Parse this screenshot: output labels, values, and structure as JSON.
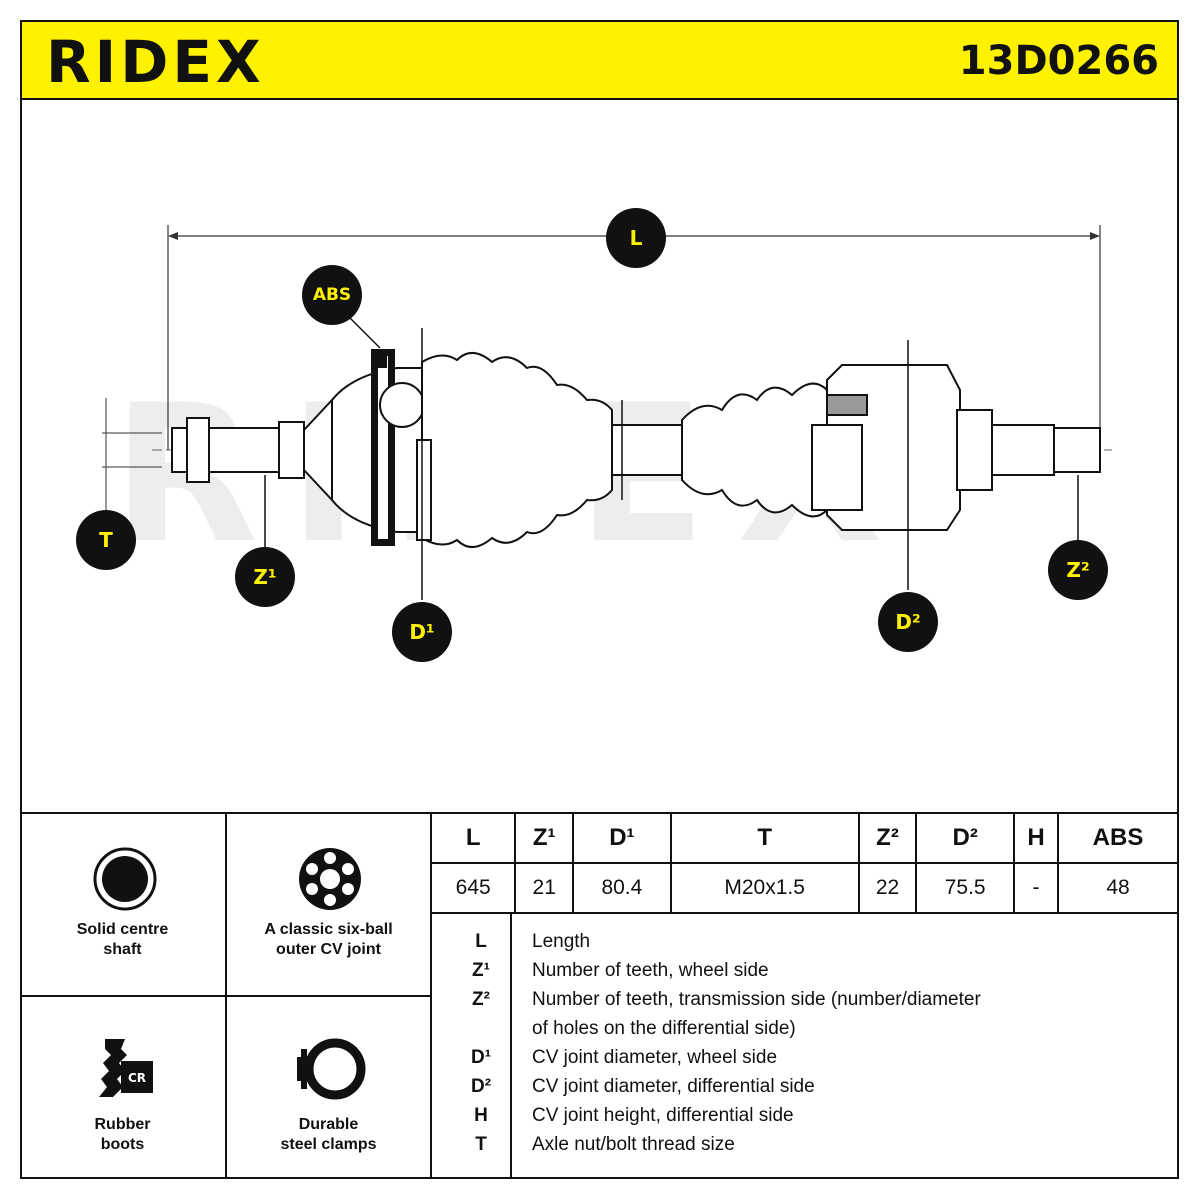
{
  "header": {
    "brand": "RIDEX",
    "part_number": "13D0266"
  },
  "diagram": {
    "callouts": {
      "L": "L",
      "ABS": "ABS",
      "T": "T",
      "Z1": "Z¹",
      "D1": "D¹",
      "D2": "D²",
      "Z2": "Z²"
    }
  },
  "features": [
    {
      "label_1": "Solid centre",
      "label_2": "shaft",
      "icon": "solid-shaft-icon"
    },
    {
      "label_1": "A classic six-ball",
      "label_2": "outer CV joint",
      "icon": "six-ball-joint-icon"
    },
    {
      "label_1": "Rubber",
      "label_2": "boots",
      "icon": "rubber-boot-cr-icon"
    },
    {
      "label_1": "Durable",
      "label_2": "steel clamps",
      "icon": "clamp-icon"
    }
  ],
  "spec_table": {
    "headers": [
      "L",
      "Z¹",
      "D¹",
      "T",
      "Z²",
      "D²",
      "H",
      "ABS"
    ],
    "values": [
      "645",
      "21",
      "80.4",
      "M20x1.5",
      "22",
      "75.5",
      "-",
      "48"
    ]
  },
  "legend": [
    {
      "key": "L",
      "text": "Length"
    },
    {
      "key": "Z¹",
      "text": "Number of teeth, wheel side"
    },
    {
      "key": "Z²",
      "text": "Number of teeth, transmission side (number/diameter"
    },
    {
      "key": "",
      "text": "of holes on the differential side)"
    },
    {
      "key": "D¹",
      "text": "CV joint diameter, wheel side"
    },
    {
      "key": "D²",
      "text": "CV joint diameter, differential side"
    },
    {
      "key": "H",
      "text": "CV joint height, differential side"
    },
    {
      "key": "T",
      "text": "Axle nut/bolt thread size"
    }
  ]
}
